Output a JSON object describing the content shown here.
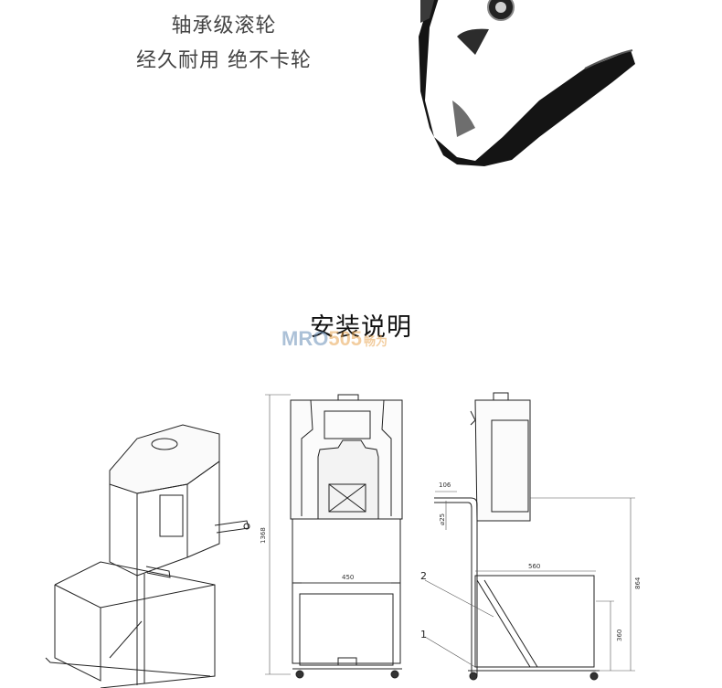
{
  "feature": {
    "line1": "轴承级滚轮",
    "line2": "经久耐用 绝不卡轮"
  },
  "install": {
    "title": "安装说明"
  },
  "watermark": {
    "part_a": "MRO",
    "part_b": "505",
    "part_c": "畅为"
  },
  "front_view": {
    "overall_height": "1368",
    "tray_width": "450"
  },
  "side_view": {
    "handle_length": "106",
    "handle_diameter": "⌀25",
    "tray_depth": "560",
    "handle_height": "864",
    "tray_height": "360",
    "callout_1": "1",
    "callout_2": "2"
  }
}
